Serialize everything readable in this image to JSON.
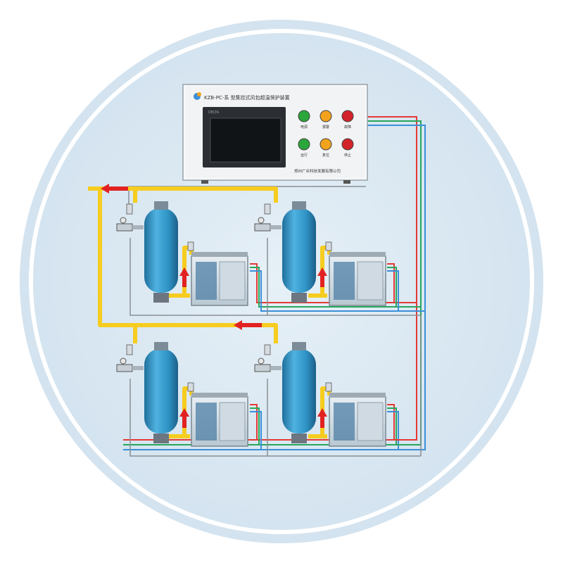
{
  "panel": {
    "title": "KZB-PC-系 型集控式风包超温保护装置",
    "brand": "DELTA",
    "company": "郑州广众科技发展有限公司",
    "lamp_labels_top": [
      "电源",
      "报警",
      "故障"
    ],
    "lamp_labels_bottom": [
      "运行",
      "复位",
      "停止"
    ]
  },
  "colors": {
    "background_circle": "#dce9f3",
    "ring": "#ffffff",
    "air_pipe": "#f6cc1f",
    "flow_arrow": "#e22222",
    "tank": "#2f94c6",
    "lamp_green": "#2aa63a",
    "lamp_orange": "#f2a21c",
    "lamp_red": "#d3232a",
    "wire_red": "#e53935",
    "wire_green": "#26a65b",
    "wire_blue": "#3b8fd8"
  },
  "icons": [
    "air-tank-icon",
    "compressor-icon",
    "valve-icon",
    "sensor-icon",
    "flow-arrow-icon",
    "indicator-lamp-icon"
  ]
}
